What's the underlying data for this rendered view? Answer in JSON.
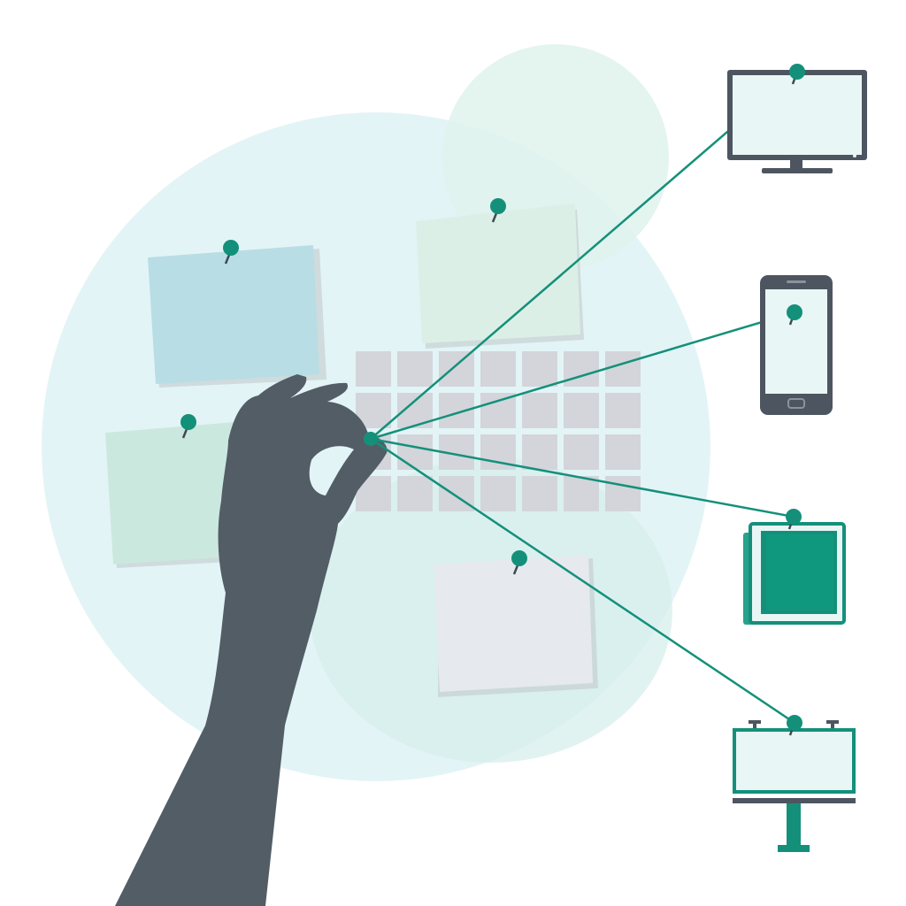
{
  "colors": {
    "background": "#ffffff",
    "accent": "#14907a",
    "accent_dark": "#0f7a67",
    "hand": "#535d66",
    "device_frame": "#4d5560",
    "screen_fill": "#e9f6f6",
    "bg_circle_large": "#e3f4f6",
    "bg_circle_small": "#dff2ec",
    "bg_circle_lower": "#d7efec",
    "calendar_cell": "#d3d5db",
    "note_blue": "#b9dde5",
    "note_mint": "#dcefe6",
    "note_green": "#cbe8df",
    "note_gray": "#e6e9ee",
    "note_shadow": "#c2c9cc"
  },
  "scene": {
    "hand": {
      "icon": "hand-icon"
    },
    "calendar": {
      "icon": "calendar-grid-icon",
      "rows": 4,
      "columns": 7
    },
    "sticky_notes": [
      {
        "icon": "sticky-note-icon",
        "color": "note_blue"
      },
      {
        "icon": "sticky-note-icon",
        "color": "note_mint"
      },
      {
        "icon": "sticky-note-icon",
        "color": "note_green"
      },
      {
        "icon": "sticky-note-icon",
        "color": "note_gray"
      }
    ],
    "channels": [
      {
        "icon": "desktop-monitor-icon"
      },
      {
        "icon": "smartphone-icon"
      },
      {
        "icon": "print-magazine-icon"
      },
      {
        "icon": "billboard-icon"
      }
    ]
  }
}
